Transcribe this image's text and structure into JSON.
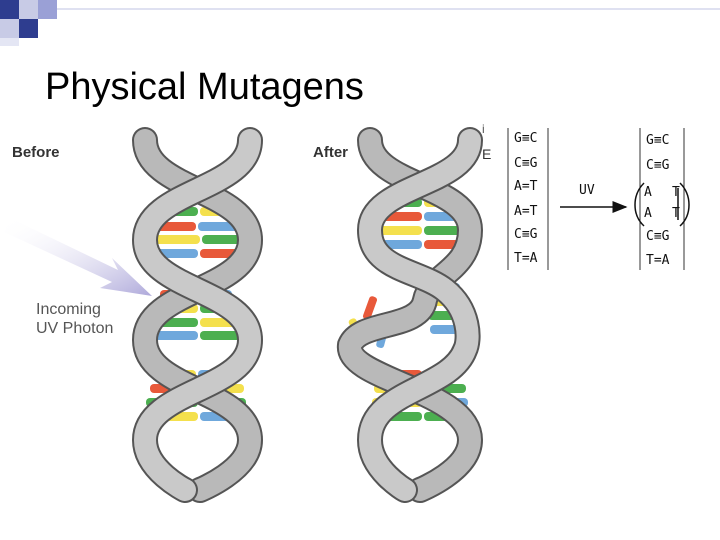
{
  "slide": {
    "title": "Physical Mutagens"
  },
  "figure": {
    "label_before": "Before",
    "label_after": "After",
    "photon_line1": "Incoming",
    "photon_line2": "UV Photon",
    "clipped_letter_left": "i",
    "clipped_letter_right": "E"
  },
  "schematic": {
    "before_pairs": [
      "G≡C",
      "C≡G",
      "A=T",
      "A=T",
      "C≡G",
      "T=A"
    ],
    "uv_label": "UV",
    "after_top": [
      "G≡C",
      "C≡G"
    ],
    "dimer_left": [
      "A",
      "A"
    ],
    "dimer_right": [
      "T",
      "T"
    ],
    "after_bottom": [
      "C≡G",
      "T=A"
    ]
  },
  "colors": {
    "backbone": "#b9b9b9",
    "backbone_edge": "#555555",
    "base_green": "#4caf50",
    "base_yellow": "#f4e04d",
    "base_blue": "#6fa8dc",
    "base_red": "#e8593a",
    "corner_blue": "#2e3d8f"
  }
}
